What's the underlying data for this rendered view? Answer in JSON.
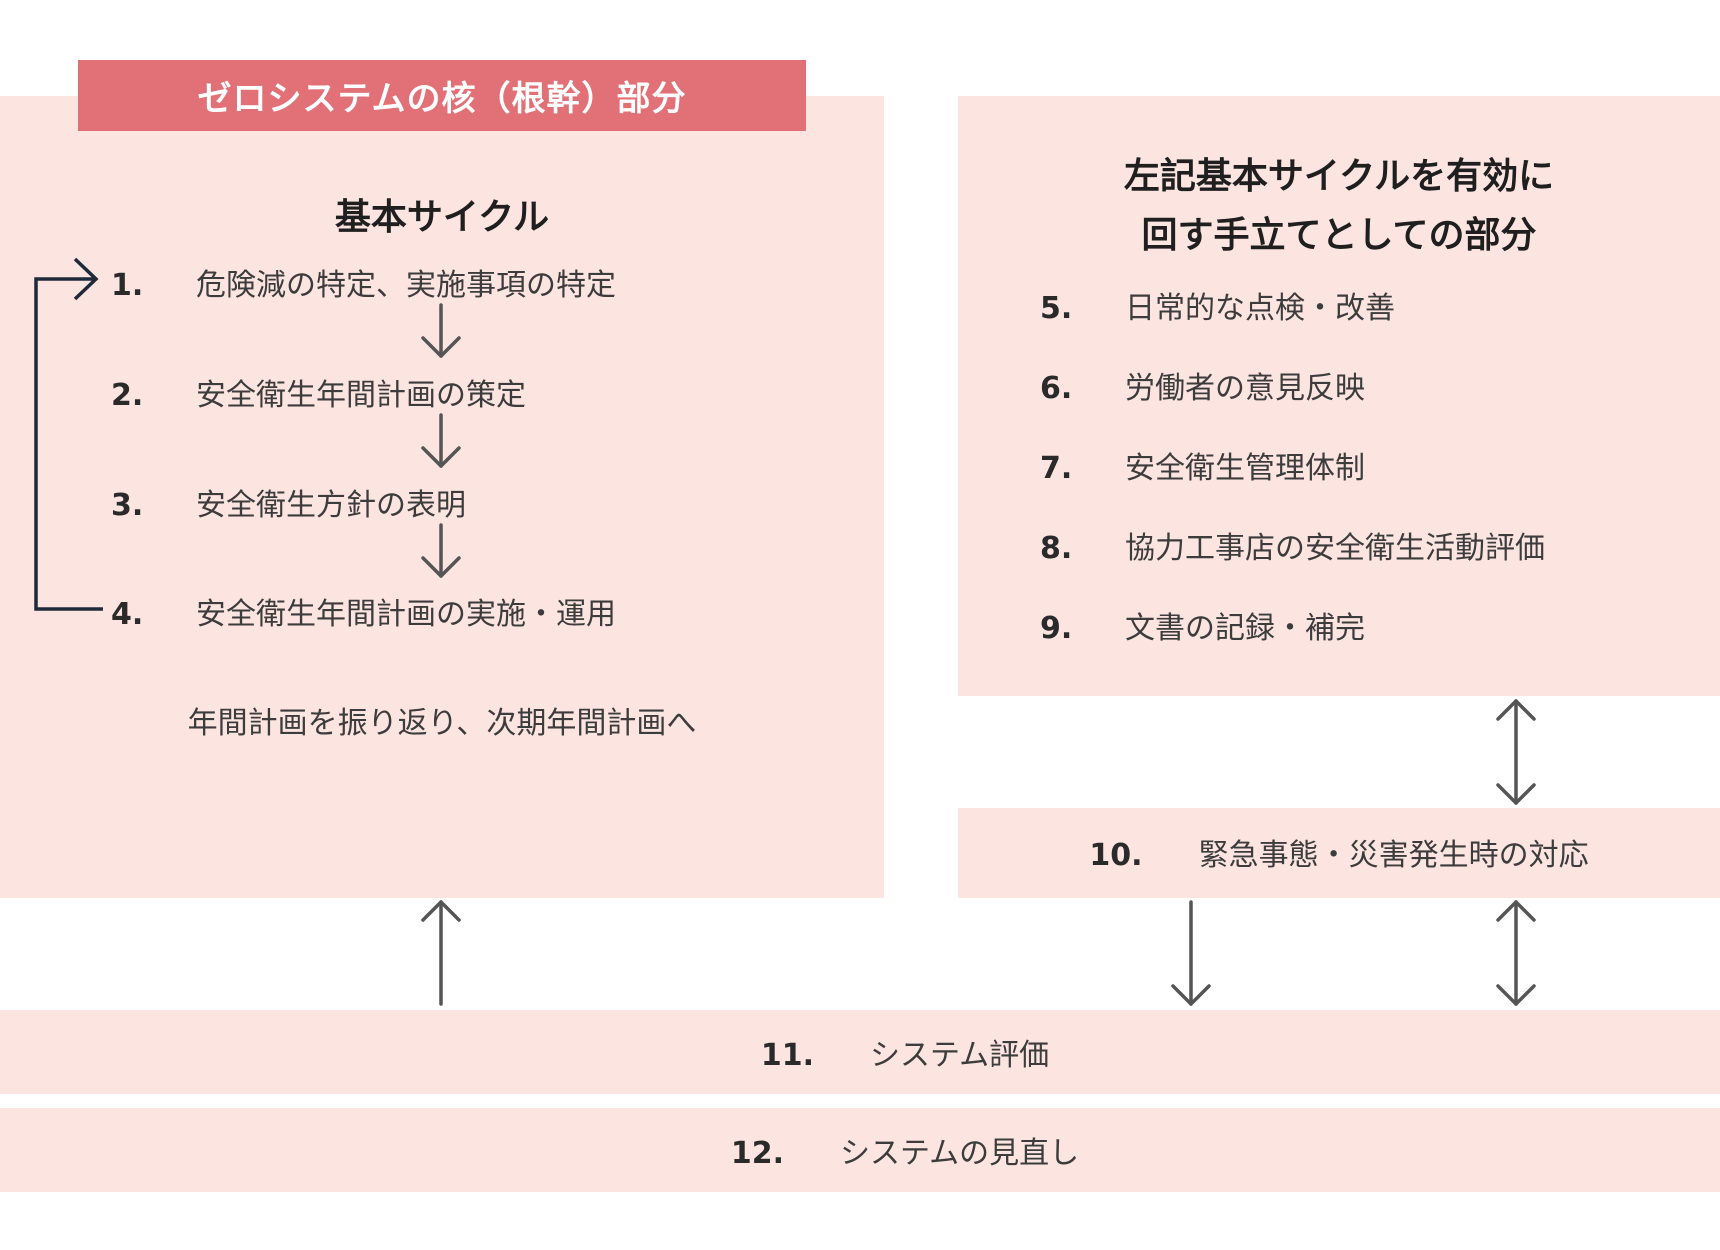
{
  "core_label": "ゼロシステムの核（根幹）部分",
  "basic_cycle": {
    "title": "基本サイクル",
    "items": [
      {
        "num": "1.",
        "label": "危険減の特定、実施事項の特定"
      },
      {
        "num": "2.",
        "label": "安全衛生年間計画の策定"
      },
      {
        "num": "3.",
        "label": "安全衛生方針の表明"
      },
      {
        "num": "4.",
        "label": "安全衛生年間計画の実施・運用"
      }
    ],
    "note": "年間計画を振り返り、次期年間計画へ"
  },
  "support": {
    "title_line1": "左記基本サイクルを有効に",
    "title_line2": "回す手立てとしての部分",
    "items": [
      {
        "num": "5.",
        "label": "日常的な点検・改善"
      },
      {
        "num": "6.",
        "label": "労働者の意見反映"
      },
      {
        "num": "7.",
        "label": "安全衛生管理体制"
      },
      {
        "num": "8.",
        "label": "協力工事店の安全衛生活動評価"
      },
      {
        "num": "9.",
        "label": "文書の記録・補完"
      }
    ]
  },
  "emergency": {
    "num": "10.",
    "label": "緊急事態・災害発生時の対応"
  },
  "evaluation": {
    "num": "11.",
    "label": "システム評価"
  },
  "review": {
    "num": "12.",
    "label": "システムの見直し"
  },
  "colors": {
    "panel_bg": "#fce5e0",
    "core_label_bg": "#e27177",
    "loop_arrow": "#1e2a3a",
    "arrow": "#555555"
  }
}
